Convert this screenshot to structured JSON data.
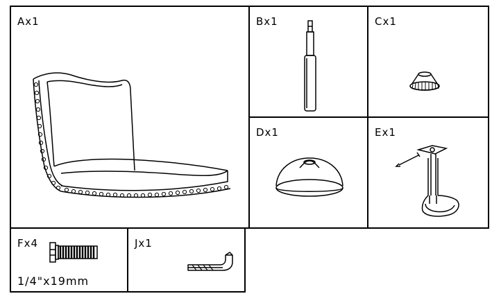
{
  "parts": {
    "A": {
      "label": "Ax1",
      "icon": "chair-seat-icon"
    },
    "B": {
      "label": "Bx1",
      "icon": "gas-cylinder-icon"
    },
    "C": {
      "label": "Cx1",
      "icon": "cylinder-cover-icon"
    },
    "D": {
      "label": "Dx1",
      "icon": "round-base-icon"
    },
    "E": {
      "label": "Ex1",
      "icon": "stand-with-footrest-icon"
    },
    "F": {
      "label": "Fx4",
      "spec": "1/4\"x19mm",
      "icon": "bolt-icon"
    },
    "J": {
      "label": "Jx1",
      "icon": "allen-key-icon"
    }
  }
}
